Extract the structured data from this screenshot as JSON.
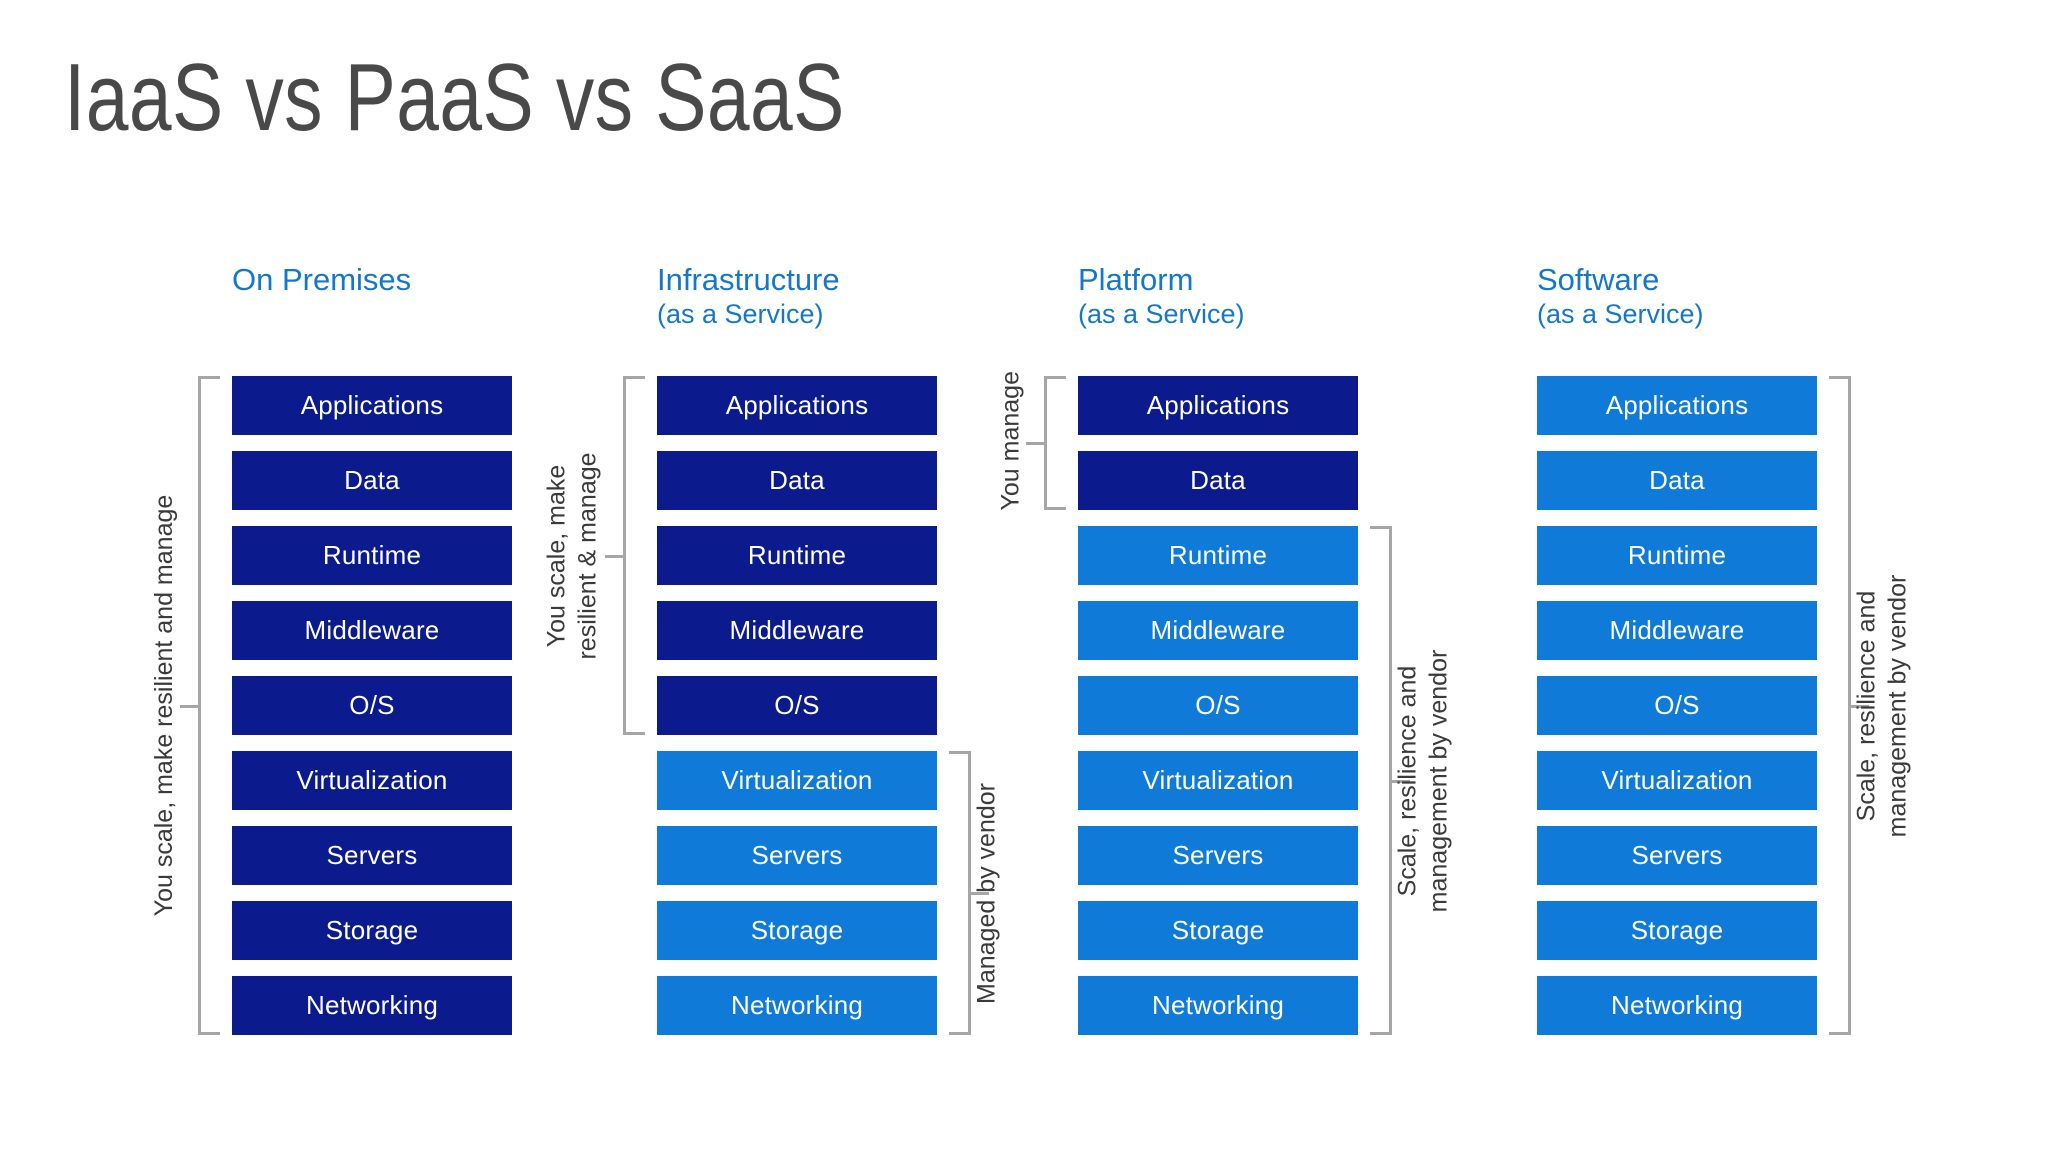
{
  "slide": {
    "title": "IaaS vs PaaS vs SaaS",
    "background_color": "#ffffff",
    "accent_header_color": "#1577c8",
    "dark_box_color": "#0b1a8c",
    "light_box_color": "#0f7ad8",
    "bracket_color": "#a6a6a6",
    "label_color": "#3a3a3a",
    "title_color": "#494949"
  },
  "rows": [
    "Applications",
    "Data",
    "Runtime",
    "Middleware",
    "O/S",
    "Virtualization",
    "Servers",
    "Storage",
    "Networking"
  ],
  "columns": [
    {
      "id": "on-premises",
      "title": "On Premises",
      "subtitle": "",
      "layers": [
        {
          "label": "Applications",
          "owner": "you"
        },
        {
          "label": "Data",
          "owner": "you"
        },
        {
          "label": "Runtime",
          "owner": "you"
        },
        {
          "label": "Middleware",
          "owner": "you"
        },
        {
          "label": "O/S",
          "owner": "you"
        },
        {
          "label": "Virtualization",
          "owner": "you"
        },
        {
          "label": "Servers",
          "owner": "you"
        },
        {
          "label": "Storage",
          "owner": "you"
        },
        {
          "label": "Networking",
          "owner": "you"
        }
      ],
      "brackets": [
        {
          "side": "left",
          "label": "You scale, make resilient and manage",
          "from": "Applications",
          "to": "Networking",
          "lines": [
            "You scale, make resilient and manage"
          ]
        }
      ]
    },
    {
      "id": "infrastructure-as-a-service",
      "title": "Infrastructure",
      "subtitle": "(as a Service)",
      "layers": [
        {
          "label": "Applications",
          "owner": "you"
        },
        {
          "label": "Data",
          "owner": "you"
        },
        {
          "label": "Runtime",
          "owner": "you"
        },
        {
          "label": "Middleware",
          "owner": "you"
        },
        {
          "label": "O/S",
          "owner": "you"
        },
        {
          "label": "Virtualization",
          "owner": "vendor"
        },
        {
          "label": "Servers",
          "owner": "vendor"
        },
        {
          "label": "Storage",
          "owner": "vendor"
        },
        {
          "label": "Networking",
          "owner": "vendor"
        }
      ],
      "brackets": [
        {
          "side": "left",
          "label": "You scale, make resilient & manage",
          "from": "Applications",
          "to": "O/S",
          "lines": [
            "You scale, make",
            "resilient & manage"
          ]
        },
        {
          "side": "right",
          "label": "Managed by vendor",
          "from": "Virtualization",
          "to": "Networking",
          "lines": [
            "Managed by vendor"
          ]
        }
      ]
    },
    {
      "id": "platform-as-a-service",
      "title": "Platform",
      "subtitle": "(as a Service)",
      "layers": [
        {
          "label": "Applications",
          "owner": "you"
        },
        {
          "label": "Data",
          "owner": "you"
        },
        {
          "label": "Runtime",
          "owner": "vendor"
        },
        {
          "label": "Middleware",
          "owner": "vendor"
        },
        {
          "label": "O/S",
          "owner": "vendor"
        },
        {
          "label": "Virtualization",
          "owner": "vendor"
        },
        {
          "label": "Servers",
          "owner": "vendor"
        },
        {
          "label": "Storage",
          "owner": "vendor"
        },
        {
          "label": "Networking",
          "owner": "vendor"
        }
      ],
      "brackets": [
        {
          "side": "left",
          "label": "You manage",
          "from": "Applications",
          "to": "Data",
          "lines": [
            "You manage"
          ]
        },
        {
          "side": "right",
          "label": "Scale, resilience and management by vendor",
          "from": "Runtime",
          "to": "Networking",
          "lines": [
            "Scale, resilience and",
            "management by vendor"
          ]
        }
      ]
    },
    {
      "id": "software-as-a-service",
      "title": "Software",
      "subtitle": "(as a Service)",
      "layers": [
        {
          "label": "Applications",
          "owner": "vendor"
        },
        {
          "label": "Data",
          "owner": "vendor"
        },
        {
          "label": "Runtime",
          "owner": "vendor"
        },
        {
          "label": "Middleware",
          "owner": "vendor"
        },
        {
          "label": "O/S",
          "owner": "vendor"
        },
        {
          "label": "Virtualization",
          "owner": "vendor"
        },
        {
          "label": "Servers",
          "owner": "vendor"
        },
        {
          "label": "Storage",
          "owner": "vendor"
        },
        {
          "label": "Networking",
          "owner": "vendor"
        }
      ],
      "brackets": [
        {
          "side": "right",
          "label": "Scale, resilience and management by vendor",
          "from": "Applications",
          "to": "Networking",
          "lines": [
            "Scale, resilience and",
            "management by vendor"
          ]
        }
      ]
    }
  ]
}
